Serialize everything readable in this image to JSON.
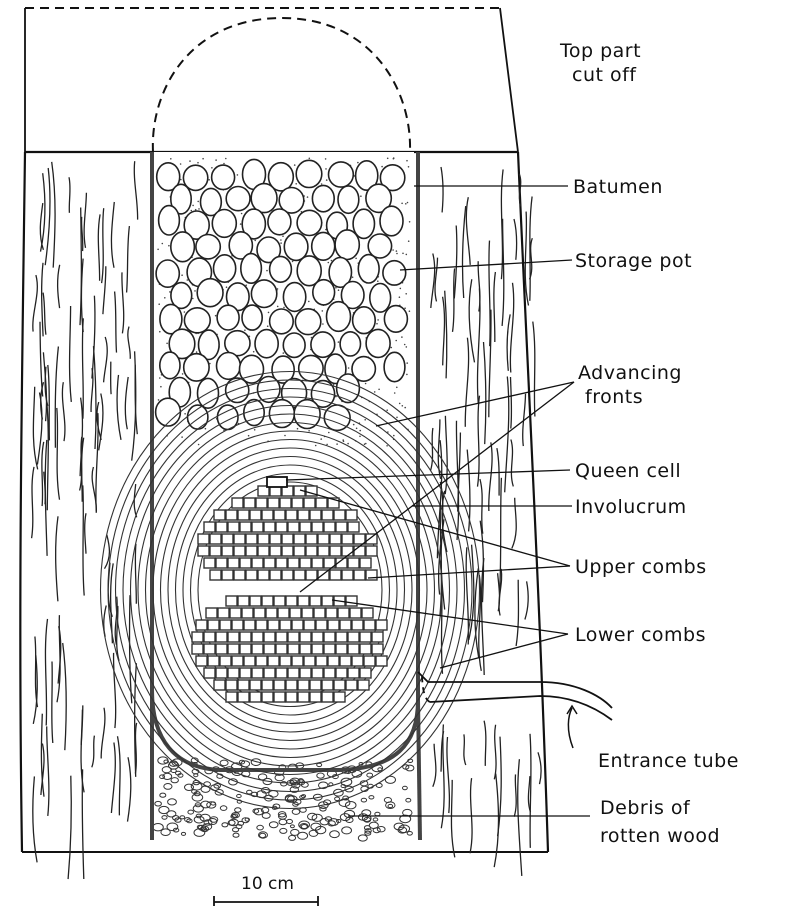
{
  "labels": {
    "top_part_line1": "Top part",
    "top_part_line2": "cut off",
    "batumen": "Batumen",
    "storage_pot": "Storage pot",
    "advancing_line1": "Advancing",
    "advancing_line2": "fronts",
    "queen_cell": "Queen cell",
    "involucrum": "Involucrum",
    "upper_combs": "Upper combs",
    "lower_combs": "Lower combs",
    "entrance_tube": "Entrance tube",
    "debris_line1": "Debris of",
    "debris_line2": "rotten wood"
  },
  "scale_bar": {
    "label": "10 cm"
  }
}
